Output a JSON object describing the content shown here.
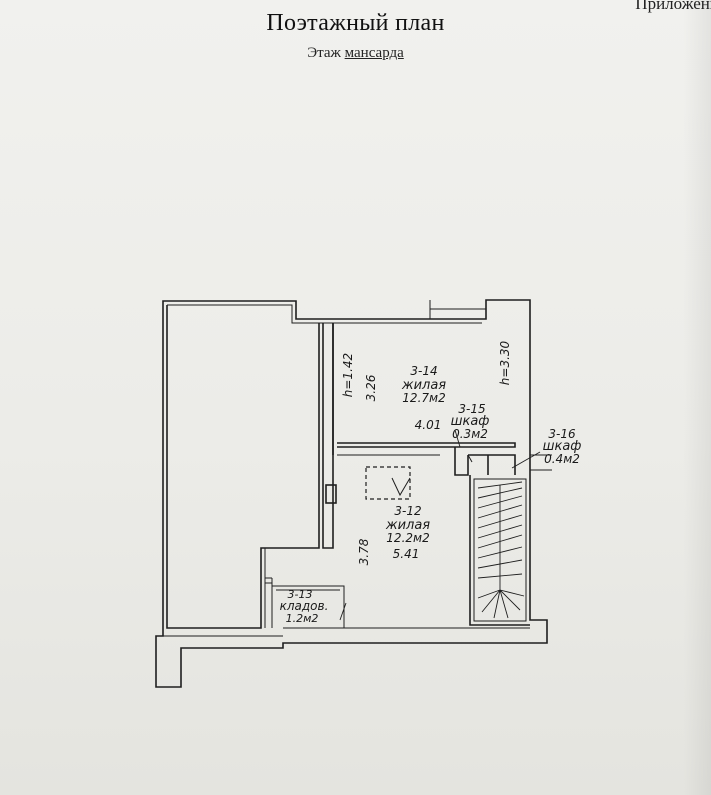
{
  "document": {
    "corner_note": "Приложени",
    "title": "Поэтажный план",
    "floor_label": "Этаж",
    "floor_name": "мансарда"
  },
  "plan": {
    "rooms": [
      {
        "number": "3-14",
        "type": "жилая",
        "area": "12.7м2"
      },
      {
        "number": "3-15",
        "type": "шкаф",
        "area": "0.3м2"
      },
      {
        "number": "3-16",
        "type": "шкаф",
        "area": "0.4м2"
      },
      {
        "number": "3-12",
        "type": "жилая",
        "area": "12.2м2"
      },
      {
        "number": "3-13",
        "type": "кладов.",
        "area": "1.2м2"
      }
    ],
    "heights": {
      "left": "h=1.42",
      "right": "h=3.30"
    },
    "dimensions": {
      "room_14_depth": "3.26",
      "room_14_width": "4.01",
      "room_12_depth": "3.78",
      "room_12_width": "5.41"
    }
  }
}
